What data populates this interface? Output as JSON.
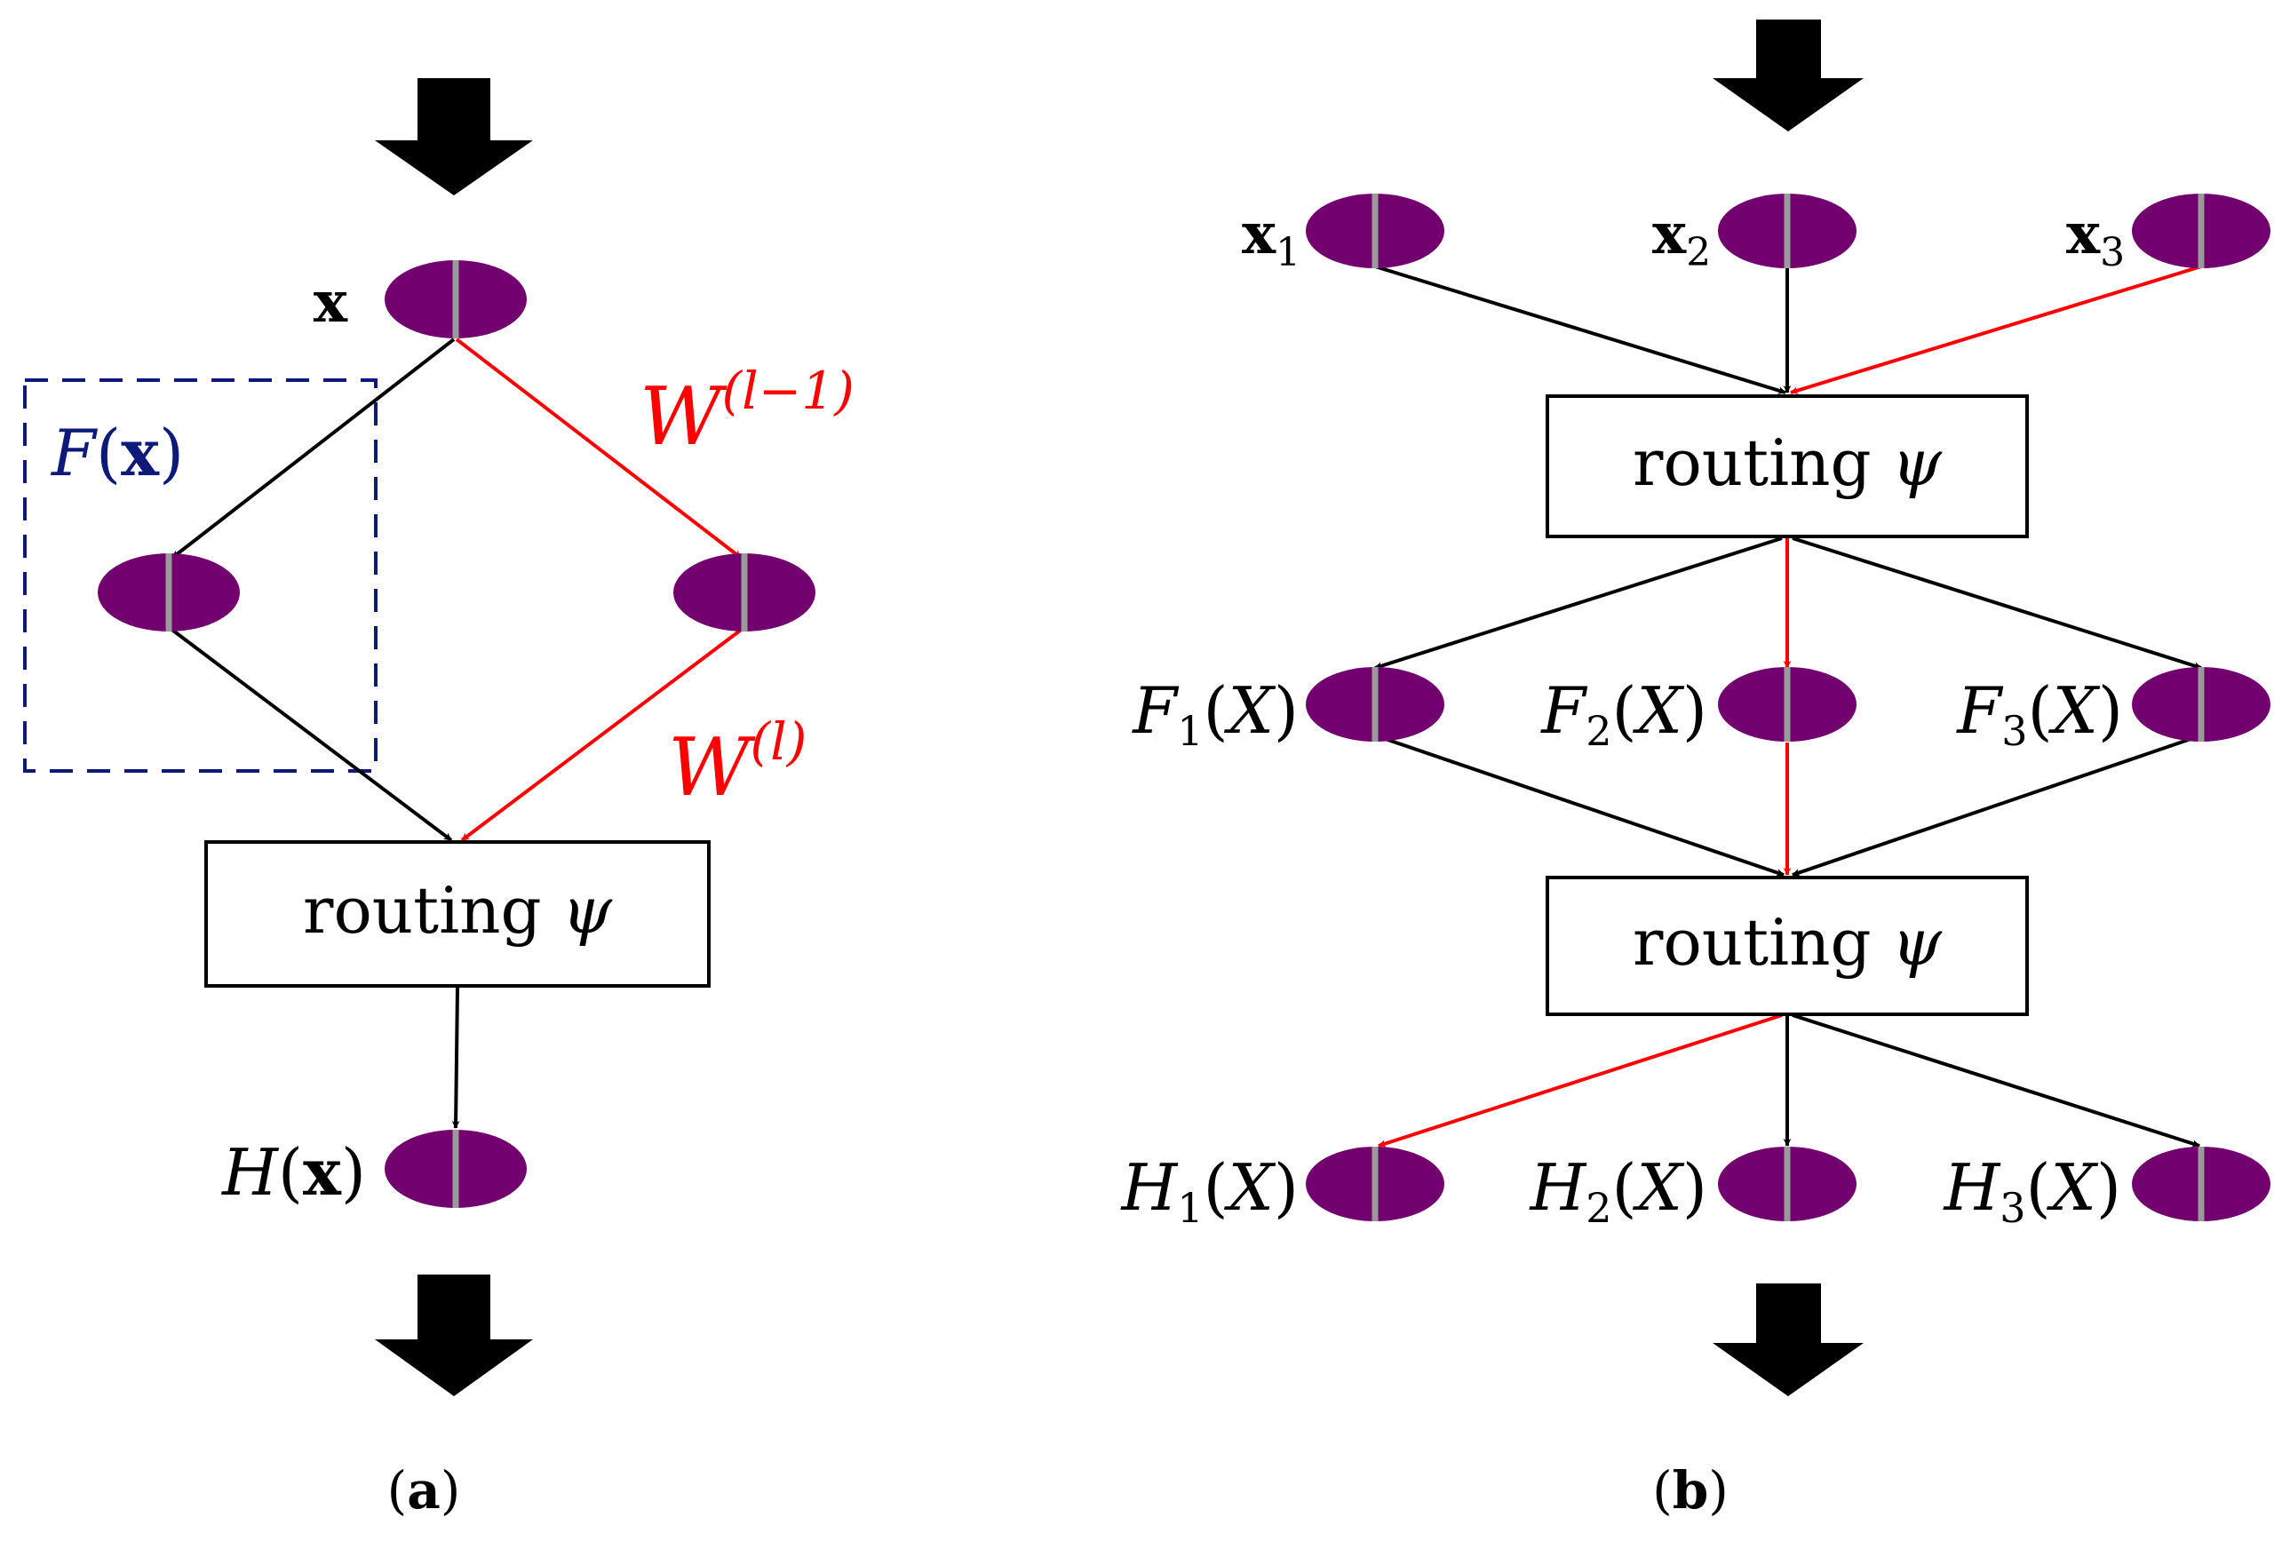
{
  "colors": {
    "node_fill": "#73006f",
    "node_divider": "#9a9a9a",
    "edge_black": "#000000",
    "edge_red": "#ff0000",
    "residual_box": "#0d1a7a",
    "label_red": "#ff0000",
    "label_blue": "#0d1a7a"
  },
  "panel_a": {
    "caption": "(a)",
    "caption_letter": "a",
    "input_label": "x",
    "residual_label": {
      "script": "F",
      "arg": "x"
    },
    "weight_prev": {
      "base": "W",
      "sup": "(l−1)"
    },
    "weight_curr": {
      "base": "W",
      "sup": "(l)"
    },
    "routing": {
      "word": "routing",
      "symbol": "ψ"
    },
    "output_label": {
      "script": "H",
      "arg": "x"
    }
  },
  "panel_b": {
    "caption": "(b)",
    "caption_letter": "b",
    "inputs": [
      {
        "base": "x",
        "sub": "1"
      },
      {
        "base": "x",
        "sub": "2"
      },
      {
        "base": "x",
        "sub": "3"
      }
    ],
    "routing_top": {
      "word": "routing",
      "symbol": "ψ"
    },
    "middles": [
      {
        "script": "F",
        "sub": "1",
        "arg": "X"
      },
      {
        "script": "F",
        "sub": "2",
        "arg": "X"
      },
      {
        "script": "F",
        "sub": "3",
        "arg": "X"
      }
    ],
    "routing_bottom": {
      "word": "routing",
      "symbol": "ψ"
    },
    "outputs": [
      {
        "script": "H",
        "sub": "1",
        "arg": "X"
      },
      {
        "script": "H",
        "sub": "2",
        "arg": "X"
      },
      {
        "script": "H",
        "sub": "3",
        "arg": "X"
      }
    ]
  }
}
